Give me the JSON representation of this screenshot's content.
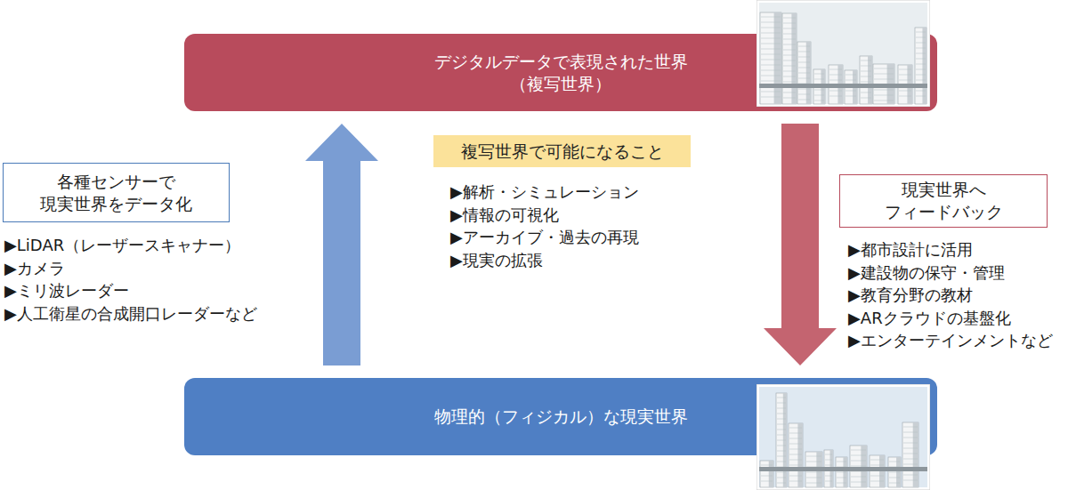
{
  "diagram": {
    "nodes": [
      {
        "text": [
          "デジタルデータで表現された世界 （複写世界）"
        ]
      },
      {
        "text": [
          "物理的（フィジカル）な現実世界"
        ]
      },
      {
        "text": [
          "各種センサーで 現実世界をデータ化"
        ]
      },
      {
        "text": [
          "複写世界で可能になること"
        ]
      },
      {
        "text": [
          "現実世界へ フィードバック"
        ]
      }
    ],
    "edges": [
      {
        "from": 1,
        "to": 0,
        "arrow": "to"
      },
      {
        "from": 0,
        "to": 1,
        "arrow": "to"
      }
    ],
    "labels": [
      "▶LiDAR（レーザースキャナー）",
      "▶カメラ",
      "▶ミリ波レーダー",
      "▶人工衛星の合成開口レーダーなど",
      "▶解析・シミュレーション",
      "▶情報の可視化",
      "▶アーカイブ・過去の再現",
      "▶現実の拡張",
      "▶都市設計に活用",
      "▶建設物の保守・管理",
      "▶教育分野の教材",
      "▶ARクラウドの基盤化",
      "▶エンターテインメントなど"
    ]
  }
}
